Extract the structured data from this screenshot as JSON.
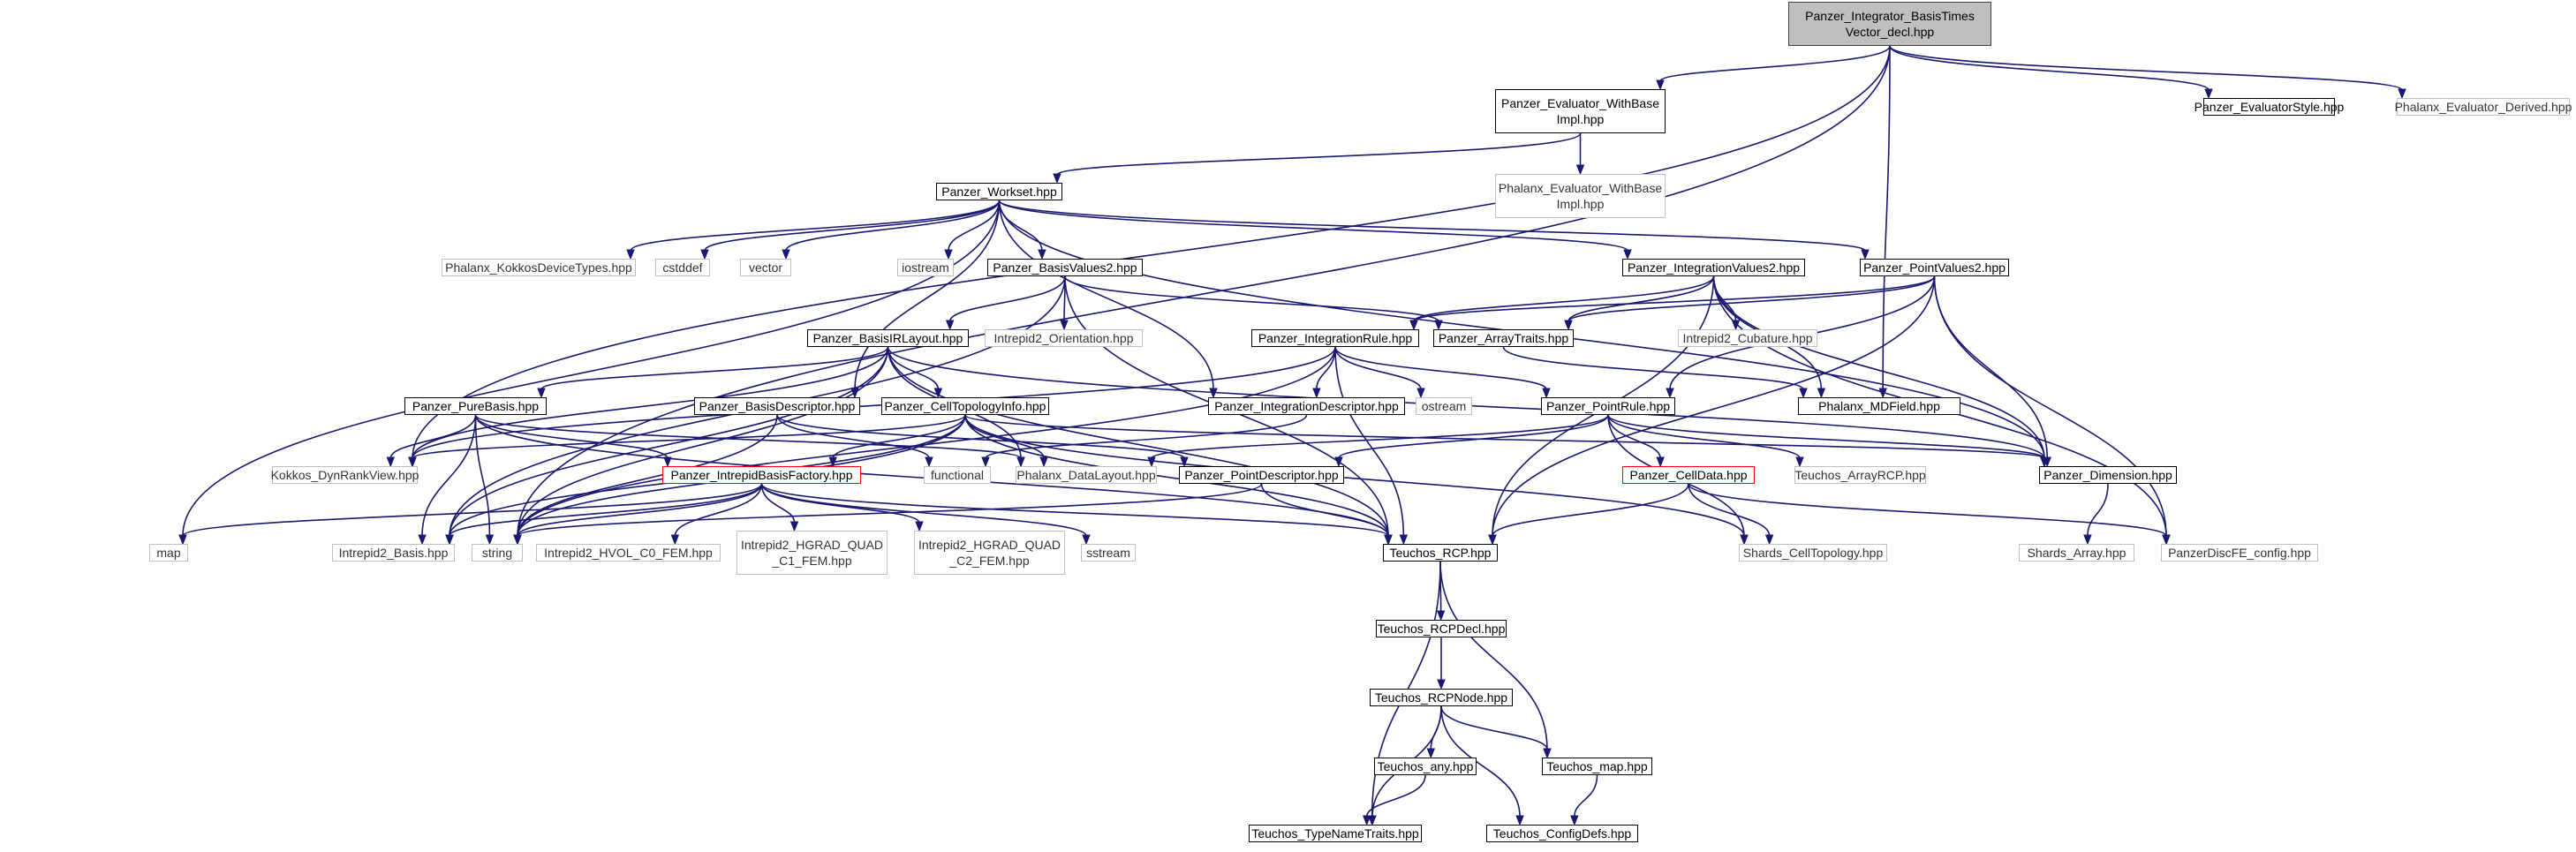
{
  "colors": {
    "edge": "#191970",
    "root_fill": "#bfbfbf",
    "doc_border": "#000000",
    "external_border": "#bfbfbf",
    "truncated_border": "#ff0000"
  },
  "nodes": {
    "root": {
      "label": "Panzer_Integrator_BasisTimes\nVector_decl.hpp",
      "kind": "root"
    },
    "eval_withbase": {
      "label": "Panzer_Evaluator_WithBase\nImpl.hpp",
      "kind": "doc"
    },
    "eval_style": {
      "label": "Panzer_EvaluatorStyle.hpp",
      "kind": "doc"
    },
    "phalanx_derived": {
      "label": "Phalanx_Evaluator_Derived.hpp",
      "kind": "ext"
    },
    "phalanx_withbase": {
      "label": "Phalanx_Evaluator_WithBase\nImpl.hpp",
      "kind": "ext"
    },
    "workset": {
      "label": "Panzer_Workset.hpp",
      "kind": "doc"
    },
    "kokkos_dev": {
      "label": "Phalanx_KokkosDeviceTypes.hpp",
      "kind": "ext"
    },
    "cstddef": {
      "label": "cstddef",
      "kind": "ext"
    },
    "vector": {
      "label": "vector",
      "kind": "ext"
    },
    "iostream": {
      "label": "iostream",
      "kind": "ext"
    },
    "basisvalues2": {
      "label": "Panzer_BasisValues2.hpp",
      "kind": "doc"
    },
    "intvalues2": {
      "label": "Panzer_IntegrationValues2.hpp",
      "kind": "doc"
    },
    "pointvalues2": {
      "label": "Panzer_PointValues2.hpp",
      "kind": "doc"
    },
    "basisirlayout": {
      "label": "Panzer_BasisIRLayout.hpp",
      "kind": "doc"
    },
    "orientation": {
      "label": "Intrepid2_Orientation.hpp",
      "kind": "ext"
    },
    "intrule": {
      "label": "Panzer_IntegrationRule.hpp",
      "kind": "doc"
    },
    "arraytraits": {
      "label": "Panzer_ArrayTraits.hpp",
      "kind": "doc"
    },
    "cubature": {
      "label": "Intrepid2_Cubature.hpp",
      "kind": "ext"
    },
    "purebasis": {
      "label": "Panzer_PureBasis.hpp",
      "kind": "doc"
    },
    "basisdesc": {
      "label": "Panzer_BasisDescriptor.hpp",
      "kind": "doc"
    },
    "celltopo": {
      "label": "Panzer_CellTopologyInfo.hpp",
      "kind": "doc"
    },
    "intdesc": {
      "label": "Panzer_IntegrationDescriptor.hpp",
      "kind": "doc"
    },
    "ostream": {
      "label": "ostream",
      "kind": "ext"
    },
    "pointrule": {
      "label": "Panzer_PointRule.hpp",
      "kind": "doc"
    },
    "mdfield": {
      "label": "Phalanx_MDField.hpp",
      "kind": "doc"
    },
    "dynrank": {
      "label": "Kokkos_DynRankView.hpp",
      "kind": "ext"
    },
    "basisfactory": {
      "label": "Panzer_IntrepidBasisFactory.hpp",
      "kind": "red"
    },
    "functional": {
      "label": "functional",
      "kind": "ext"
    },
    "datalayout": {
      "label": "Phalanx_DataLayout.hpp",
      "kind": "ext"
    },
    "pointdesc": {
      "label": "Panzer_PointDescriptor.hpp",
      "kind": "doc"
    },
    "celldata": {
      "label": "Panzer_CellData.hpp",
      "kind": "red"
    },
    "arrayrcp": {
      "label": "Teuchos_ArrayRCP.hpp",
      "kind": "ext"
    },
    "dimension": {
      "label": "Panzer_Dimension.hpp",
      "kind": "doc"
    },
    "map": {
      "label": "map",
      "kind": "ext"
    },
    "basis": {
      "label": "Intrepid2_Basis.hpp",
      "kind": "ext"
    },
    "string": {
      "label": "string",
      "kind": "ext"
    },
    "hvol": {
      "label": "Intrepid2_HVOL_C0_FEM.hpp",
      "kind": "ext"
    },
    "hgrad1": {
      "label": "Intrepid2_HGRAD_QUAD\n_C1_FEM.hpp",
      "kind": "ext"
    },
    "hgrad2": {
      "label": "Intrepid2_HGRAD_QUAD\n_C2_FEM.hpp",
      "kind": "ext"
    },
    "sstream": {
      "label": "sstream",
      "kind": "ext"
    },
    "rcp": {
      "label": "Teuchos_RCP.hpp",
      "kind": "doc"
    },
    "shards_topo": {
      "label": "Shards_CellTopology.hpp",
      "kind": "ext"
    },
    "shards_array": {
      "label": "Shards_Array.hpp",
      "kind": "ext"
    },
    "discfe": {
      "label": "PanzerDiscFE_config.hpp",
      "kind": "ext"
    },
    "rcpdecl": {
      "label": "Teuchos_RCPDecl.hpp",
      "kind": "doc"
    },
    "rcpnode": {
      "label": "Teuchos_RCPNode.hpp",
      "kind": "doc"
    },
    "any": {
      "label": "Teuchos_any.hpp",
      "kind": "doc"
    },
    "tmap": {
      "label": "Teuchos_map.hpp",
      "kind": "doc"
    },
    "typename": {
      "label": "Teuchos_TypeNameTraits.hpp",
      "kind": "doc"
    },
    "configdefs": {
      "label": "Teuchos_ConfigDefs.hpp",
      "kind": "doc"
    }
  },
  "edges": [
    [
      "root",
      "eval_withbase"
    ],
    [
      "root",
      "eval_style"
    ],
    [
      "root",
      "phalanx_derived"
    ],
    [
      "root",
      "dynrank"
    ],
    [
      "root",
      "string"
    ],
    [
      "root",
      "mdfield"
    ],
    [
      "eval_withbase",
      "phalanx_withbase"
    ],
    [
      "eval_withbase",
      "workset"
    ],
    [
      "workset",
      "kokkos_dev"
    ],
    [
      "workset",
      "cstddef"
    ],
    [
      "workset",
      "vector"
    ],
    [
      "workset",
      "iostream"
    ],
    [
      "workset",
      "basisvalues2"
    ],
    [
      "workset",
      "intvalues2"
    ],
    [
      "workset",
      "pointvalues2"
    ],
    [
      "workset",
      "map"
    ],
    [
      "workset",
      "basisdesc"
    ],
    [
      "workset",
      "intdesc"
    ],
    [
      "workset",
      "dimension"
    ],
    [
      "basisvalues2",
      "basisirlayout"
    ],
    [
      "basisvalues2",
      "orientation"
    ],
    [
      "basisvalues2",
      "arraytraits"
    ],
    [
      "basisvalues2",
      "rcp"
    ],
    [
      "basisvalues2",
      "basis"
    ],
    [
      "intvalues2",
      "intrule"
    ],
    [
      "intvalues2",
      "arraytraits"
    ],
    [
      "intvalues2",
      "cubature"
    ],
    [
      "intvalues2",
      "mdfield"
    ],
    [
      "intvalues2",
      "dimension"
    ],
    [
      "intvalues2",
      "rcp"
    ],
    [
      "intvalues2",
      "discfe"
    ],
    [
      "pointvalues2",
      "intrule"
    ],
    [
      "pointvalues2",
      "pointrule"
    ],
    [
      "pointvalues2",
      "dimension"
    ],
    [
      "pointvalues2",
      "rcp"
    ],
    [
      "pointvalues2",
      "discfe"
    ],
    [
      "pointvalues2",
      "arraytraits"
    ],
    [
      "basisirlayout",
      "purebasis"
    ],
    [
      "basisirlayout",
      "celltopo"
    ],
    [
      "basisirlayout",
      "dynrank"
    ],
    [
      "basisirlayout",
      "rcp"
    ],
    [
      "basisirlayout",
      "basis"
    ],
    [
      "basisirlayout",
      "datalayout"
    ],
    [
      "basisirlayout",
      "string"
    ],
    [
      "basisirlayout",
      "dimension"
    ],
    [
      "intrule",
      "intdesc"
    ],
    [
      "intrule",
      "pointrule"
    ],
    [
      "intrule",
      "ostream"
    ],
    [
      "intrule",
      "string"
    ],
    [
      "intrule",
      "dynrank"
    ],
    [
      "intrule",
      "rcp"
    ],
    [
      "arraytraits",
      "mdfield"
    ],
    [
      "purebasis",
      "basisfactory"
    ],
    [
      "purebasis",
      "dynrank"
    ],
    [
      "purebasis",
      "string"
    ],
    [
      "purebasis",
      "basis"
    ],
    [
      "purebasis",
      "rcp"
    ],
    [
      "purebasis",
      "datalayout"
    ],
    [
      "basisdesc",
      "functional"
    ],
    [
      "basisdesc",
      "string"
    ],
    [
      "basisdesc",
      "pointdesc"
    ],
    [
      "celltopo",
      "basisfactory"
    ],
    [
      "celltopo",
      "datalayout"
    ],
    [
      "celltopo",
      "string"
    ],
    [
      "celltopo",
      "rcp"
    ],
    [
      "celltopo",
      "dimension"
    ],
    [
      "celltopo",
      "shards_topo"
    ],
    [
      "celltopo",
      "dynrank"
    ],
    [
      "celltopo",
      "basis"
    ],
    [
      "intdesc",
      "functional"
    ],
    [
      "pointrule",
      "datalayout"
    ],
    [
      "pointrule",
      "pointdesc"
    ],
    [
      "pointrule",
      "celldata"
    ],
    [
      "pointrule",
      "arrayrcp"
    ],
    [
      "pointrule",
      "shards_topo"
    ],
    [
      "pointrule",
      "dimension"
    ],
    [
      "pointdesc",
      "string"
    ],
    [
      "pointdesc",
      "rcp"
    ],
    [
      "basisfactory",
      "map"
    ],
    [
      "basisfactory",
      "basis"
    ],
    [
      "basisfactory",
      "string"
    ],
    [
      "basisfactory",
      "hvol"
    ],
    [
      "basisfactory",
      "hgrad1"
    ],
    [
      "basisfactory",
      "hgrad2"
    ],
    [
      "basisfactory",
      "sstream"
    ],
    [
      "basisfactory",
      "rcp"
    ],
    [
      "celldata",
      "rcp"
    ],
    [
      "celldata",
      "shards_topo"
    ],
    [
      "celldata",
      "discfe"
    ],
    [
      "dimension",
      "shards_array"
    ],
    [
      "rcp",
      "rcpdecl"
    ],
    [
      "rcp",
      "tmap"
    ],
    [
      "rcp",
      "typename"
    ],
    [
      "rcpdecl",
      "rcpnode"
    ],
    [
      "rcpnode",
      "any"
    ],
    [
      "rcpnode",
      "tmap"
    ],
    [
      "rcpnode",
      "typename"
    ],
    [
      "rcpnode",
      "configdefs"
    ],
    [
      "any",
      "typename"
    ],
    [
      "tmap",
      "configdefs"
    ]
  ]
}
